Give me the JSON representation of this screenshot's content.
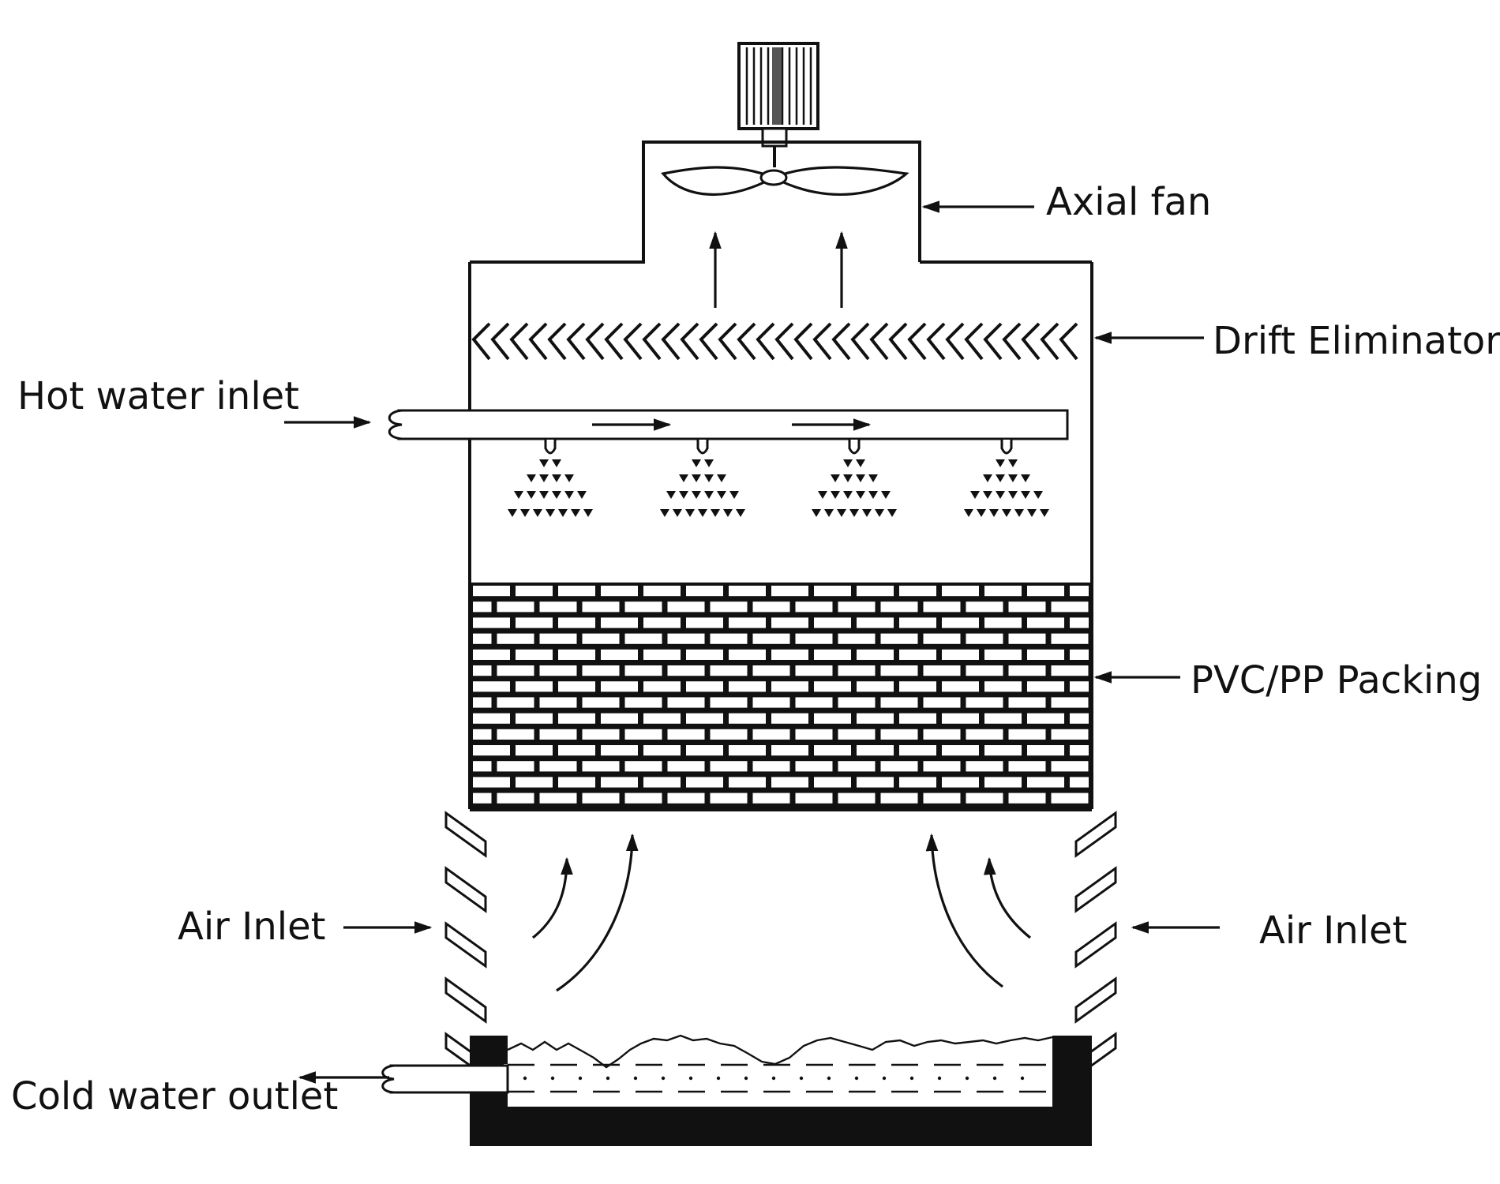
{
  "labels": {
    "axial_fan": "Axial fan",
    "drift_eliminators": "Drift Eliminators",
    "hot_water_inlet": "Hot water inlet",
    "pvc_pp_packing": "PVC/PP Packing",
    "air_inlet_left": "Air Inlet",
    "air_inlet_right": "Air Inlet",
    "cold_water_outlet": "Cold water outlet"
  },
  "colors": {
    "line": "#111111",
    "background": "#ffffff"
  }
}
